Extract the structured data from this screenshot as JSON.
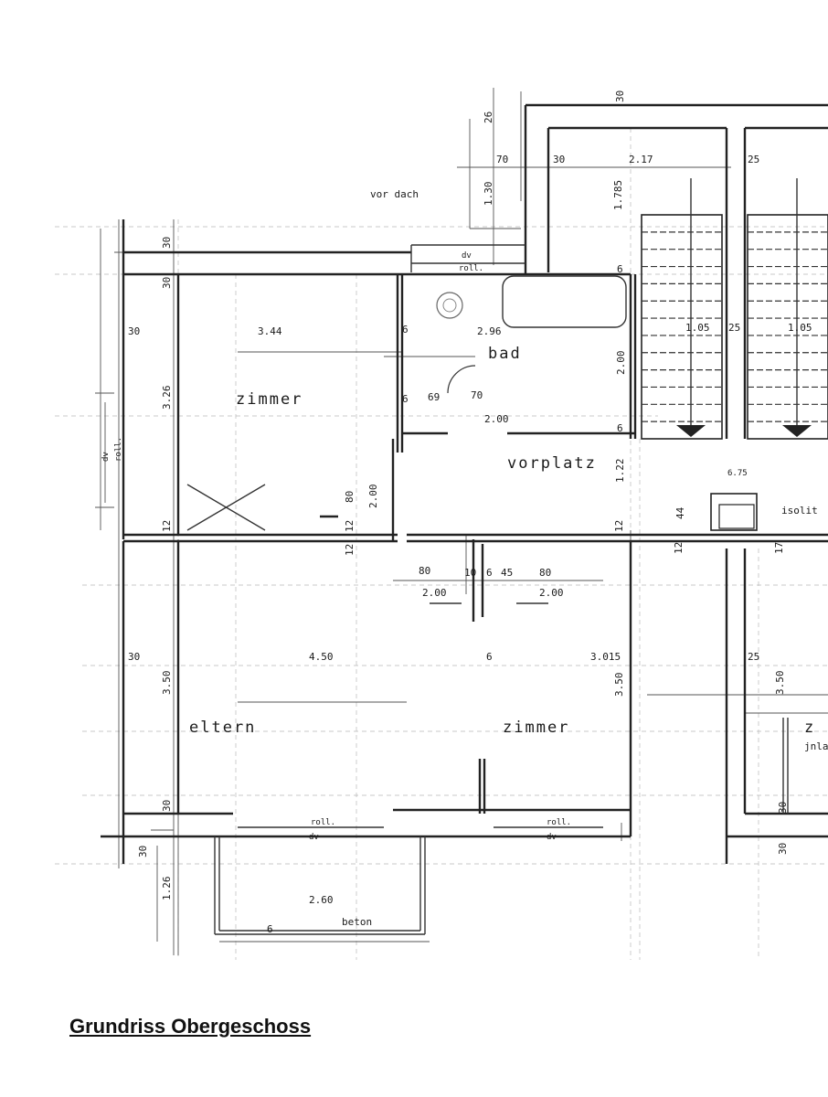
{
  "caption": "Grundriss Obergeschoss",
  "rooms": {
    "zimmer_top": "zimmer",
    "bad": "bad",
    "vorplatz": "vorplatz",
    "eltern": "eltern",
    "zimmer_bottom": "zimmer",
    "right_partial": "z",
    "right_partial_sub": "jnla"
  },
  "notes": {
    "vordach": "vor dach",
    "isolit": "isolit",
    "beton": "beton",
    "dv": "dv",
    "roll": "roll."
  },
  "dimensions": {
    "d30_top": "30",
    "d26": "26",
    "d70_top": "70",
    "d130": "1.30",
    "d30_b": "30",
    "d217": "2.17",
    "d25_top": "25",
    "d1785": "1.785",
    "d30_left1": "30",
    "d30_left2": "30",
    "d30_left3": "30",
    "d344": "3.44",
    "d326": "3.26",
    "d296": "2.96",
    "d6a": "6",
    "d6b": "6",
    "d6c": "6",
    "d6d": "6",
    "d200_bad": "2.00",
    "d69": "69",
    "d70_bad": "70",
    "d200_door": "2.00",
    "d105a": "1.05",
    "d25_mid": "25",
    "d105b": "1.05",
    "d122": "1.22",
    "d675": "6.75",
    "d44": "44",
    "d12a": "12",
    "d12b": "12",
    "d12c": "12",
    "d12d": "12",
    "d12e": "12",
    "d17": "17",
    "d80a": "80",
    "d200a": "2.00",
    "d80b": "80",
    "d200b": "2.00",
    "d10": "10",
    "d6e": "6",
    "d45": "45",
    "d80c": "80",
    "d200c": "2.00",
    "d30_mid": "30",
    "d450": "4.50",
    "d6f": "6",
    "d3015": "3.015",
    "d25_bot": "25",
    "d350a": "3.50",
    "d350b": "3.50",
    "d350c": "3.50",
    "d30_low": "30",
    "d30_low2": "30",
    "d126": "1.26",
    "d260": "2.60",
    "d6g": "6",
    "d30_r": "30",
    "d30_r2": "30"
  }
}
